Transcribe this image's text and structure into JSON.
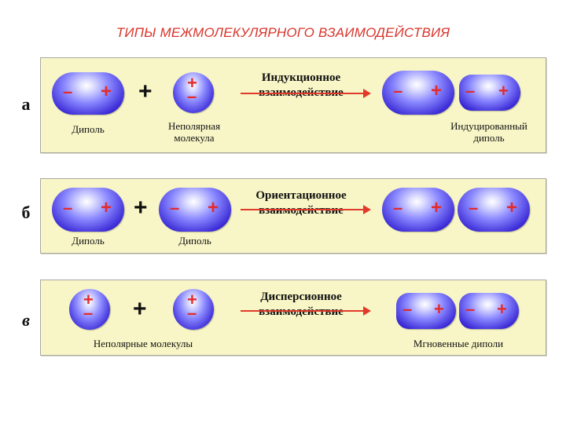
{
  "title": "ТИПЫ МЕЖМОЛЕКУЛЯРНОГО ВЗАИМОДЕЙСТВИЯ",
  "colors": {
    "accent": "#d8342a",
    "panel": "#f8f6c6",
    "molecule": "#3b2ad6",
    "sign": "#e32b2b",
    "arrow": "#e23a2a"
  },
  "signs": {
    "minus": "–",
    "plus": "+",
    "plus_op": "+"
  },
  "rows": [
    {
      "letter": "а",
      "interaction_line1": "Индукционное",
      "interaction_line2": "взаимодействие",
      "caption_left": "Диполь",
      "caption_middle_line1": "Неполярная",
      "caption_middle_line2": "молекула",
      "caption_right_line1": "Индуцированный",
      "caption_right_line2": "диполь"
    },
    {
      "letter": "б",
      "interaction_line1": "Ориентационное",
      "interaction_line2": "взаимодействие",
      "caption_left": "Диполь",
      "caption_middle": "Диполь"
    },
    {
      "letter": "в",
      "interaction_line1": "Дисперсионное",
      "interaction_line2": "взаимодействие",
      "caption_left": "Неполярные молекулы",
      "caption_right": "Мгновенные диполи"
    }
  ]
}
